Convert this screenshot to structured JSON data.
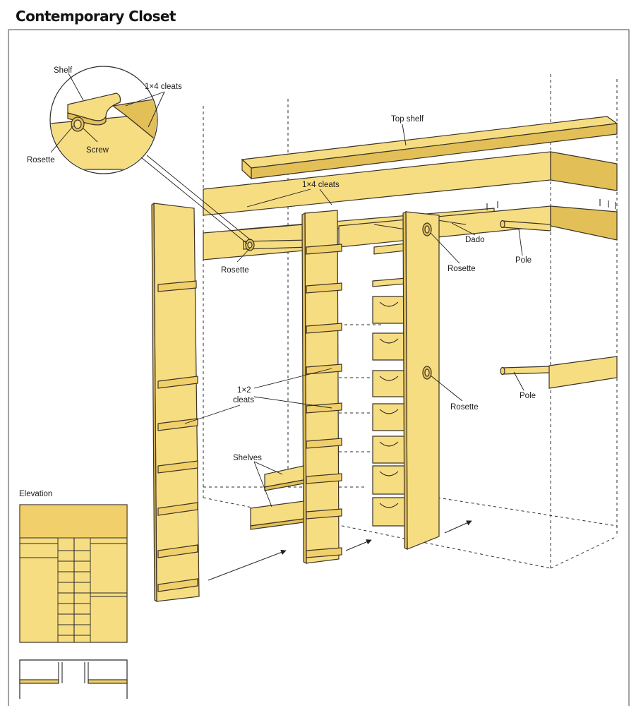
{
  "title": "Contemporary Closet",
  "labels": {
    "shelf": "Shelf",
    "cleats_1x4_detail": "1×4 cleats",
    "screw": "Screw",
    "rosette_detail": "Rosette",
    "top_shelf": "Top shelf",
    "cleats_1x4": "1×4 cleats",
    "rosette_left": "Rosette",
    "dado": "Dado",
    "rosette_mid": "Rosette",
    "pole_upper": "Pole",
    "cleats_1x2_line1": "1×2",
    "cleats_1x2_line2": "cleats",
    "rosette_lower": "Rosette",
    "pole_lower": "Pole",
    "shelves": "Shelves",
    "elevation": "Elevation"
  },
  "colors": {
    "wood": "#f6dd82",
    "wood_shadow": "#e3bf58",
    "outline": "#3b3326"
  }
}
